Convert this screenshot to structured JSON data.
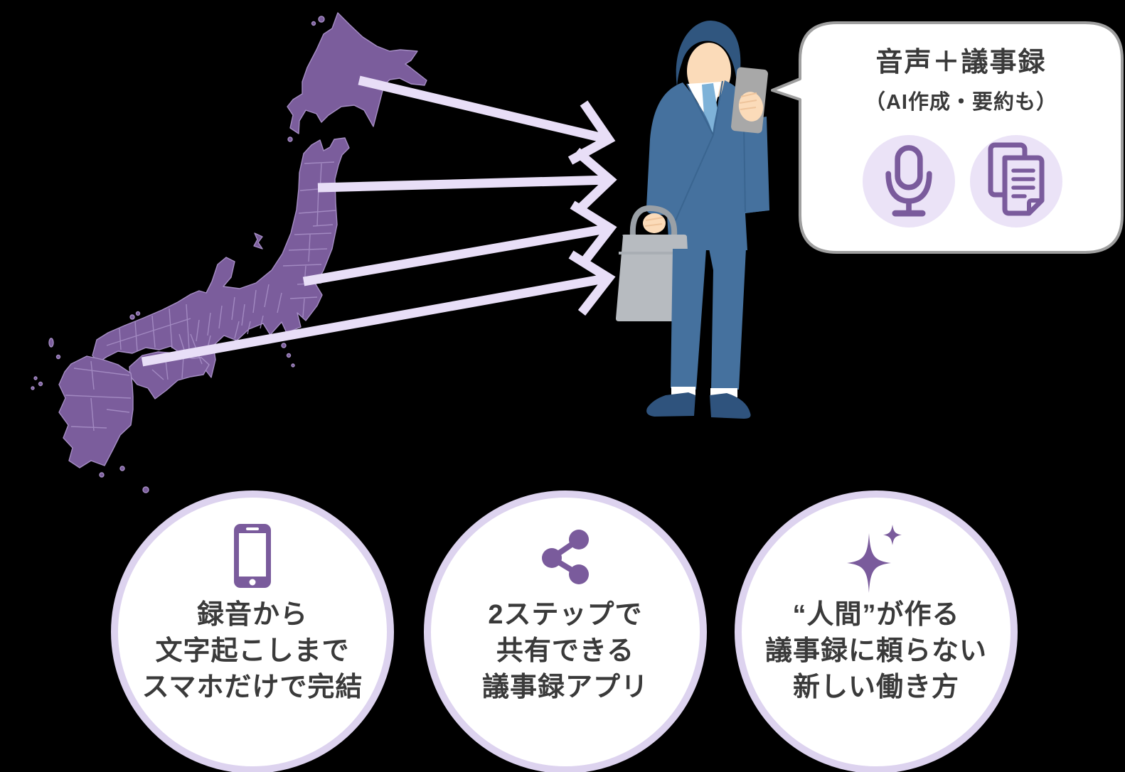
{
  "page": {
    "background": "#000000",
    "description": "Infographic: recordings sent from all over Japan to a businessman who receives audio plus AI minutes on his smartphone"
  },
  "speech_bubble": {
    "title": "音声＋議事録",
    "subtitle": "（AI作成・要約も）",
    "icons": [
      {
        "name": "microphone-icon"
      },
      {
        "name": "documents-icon"
      }
    ]
  },
  "map": {
    "name": "japan-map",
    "arrow_count": 4,
    "fill": "#7b5d9c",
    "border": "#a68ec5",
    "arrow_color": "#e8def7"
  },
  "illustration": {
    "name": "businessman-with-smartphone-and-bag",
    "suit_color": "#45719e",
    "tie_color": "#7eb2d8",
    "hair_color": "#30567f",
    "skin_color": "#fbdbb9",
    "phone_color": "#a8a8a8",
    "bag_color": "#b7bbc0"
  },
  "features": [
    {
      "icon": "smartphone-icon",
      "lines": [
        "録音から",
        "文字起こしまで",
        "スマホだけで完結"
      ]
    },
    {
      "icon": "share-icon",
      "lines": [
        "2ステップで",
        "共有できる",
        "議事録アプリ"
      ]
    },
    {
      "icon": "sparkles-icon",
      "lines": [
        "“人間”が作る",
        "議事録に頼らない",
        "新しい働き方"
      ]
    }
  ],
  "colors": {
    "background": "#000000",
    "map_purple": "#7b5d9c",
    "map_border": "#a68ec5",
    "arrow_lavender": "#e8def7",
    "icon_purple": "#7a5b9c",
    "icon_circle_bg": "#ebe3f7",
    "feature_circle_border": "#ddd3ef",
    "text_dark": "#3a3a3a",
    "bubble_border": "#9f9f9f"
  }
}
